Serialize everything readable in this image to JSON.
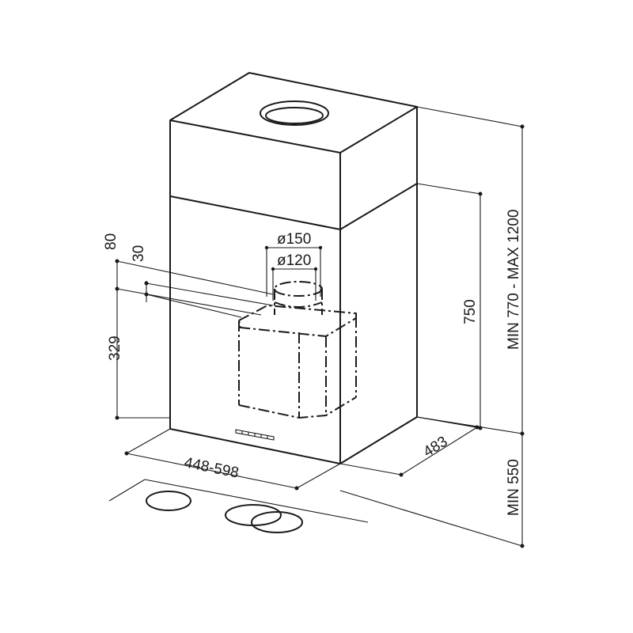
{
  "dimensions": {
    "height_range": "MIN 770 - MAX 1200",
    "height_750": "750",
    "min_550": "MIN 550",
    "depth_483": "483",
    "width_range": "448-598",
    "height_329": "329",
    "offset_80": "80",
    "offset_30": "30",
    "diameter_150": "ø150",
    "diameter_120": "ø120"
  },
  "colors": {
    "line": "#1a1a1a",
    "background": "#ffffff"
  }
}
